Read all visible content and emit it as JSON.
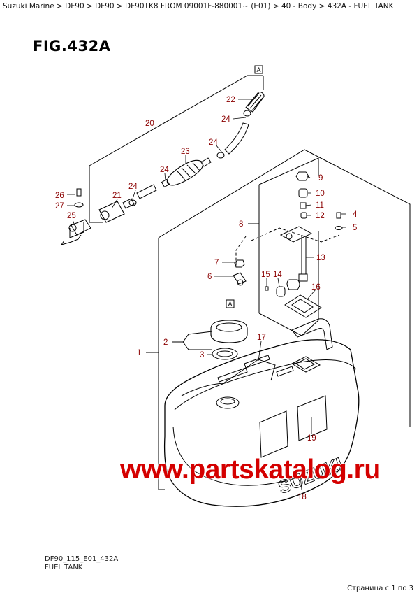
{
  "breadcrumb": "Suzuki Marine > DF90 > DF90 > DF90TK8 FROM 09001F-880001~ (E01) > 40 - Body > 432A - FUEL TANK",
  "figure_title": "FIG.432A",
  "footer": {
    "code": "DF90_115_E01_432A",
    "caption": "FUEL TANK"
  },
  "pager": "Страница с 1 по 3",
  "watermark": "www.partskatalog.ru",
  "view_marker": "A",
  "callouts": {
    "c1": "1",
    "c2": "2",
    "c3": "3",
    "c4": "4",
    "c5": "5",
    "c6": "6",
    "c7": "7",
    "c8": "8",
    "c9": "9",
    "c10": "10",
    "c11": "11",
    "c12": "12",
    "c13": "13",
    "c14": "14",
    "c15": "15",
    "c16": "16",
    "c17": "17",
    "c18": "18",
    "c19": "19",
    "c20": "20",
    "c21": "21",
    "c22": "22",
    "c23": "23",
    "c24a": "24",
    "c24b": "24",
    "c24c": "24",
    "c24d": "24",
    "c25": "25",
    "c26": "26",
    "c27": "27"
  },
  "tank_brand": "SUZUKI"
}
